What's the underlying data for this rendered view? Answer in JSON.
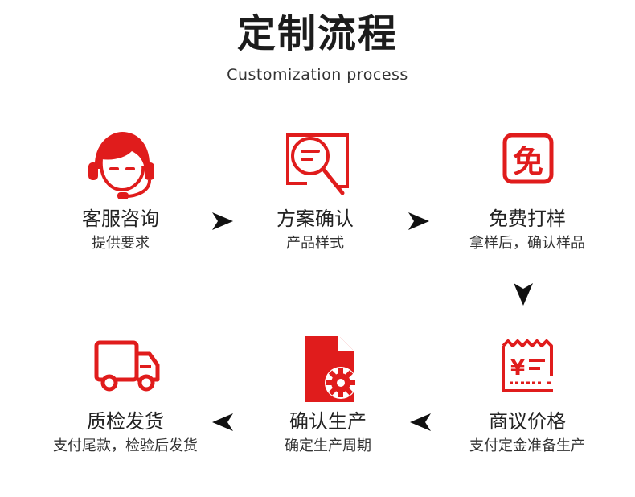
{
  "header": {
    "title": "定制流程",
    "subtitle": "Customization process"
  },
  "colors": {
    "accent": "#e01c1c",
    "text": "#222222",
    "arrow": "#111111"
  },
  "steps": [
    {
      "icon": "customer-service-icon",
      "title": "客服咨询",
      "desc": "提供要求"
    },
    {
      "icon": "search-document-icon",
      "title": "方案确认",
      "desc": "产品样式"
    },
    {
      "icon": "free-stamp-icon",
      "title": "免费打样",
      "desc": "拿样后，确认样品"
    },
    {
      "icon": "price-receipt-icon",
      "title": "商议价格",
      "desc": "支付定金准备生产"
    },
    {
      "icon": "document-gear-icon",
      "title": "确认生产",
      "desc": "确定生产周期"
    },
    {
      "icon": "delivery-truck-icon",
      "title": "质检发货",
      "desc": "支付尾款，检验后发货"
    }
  ]
}
